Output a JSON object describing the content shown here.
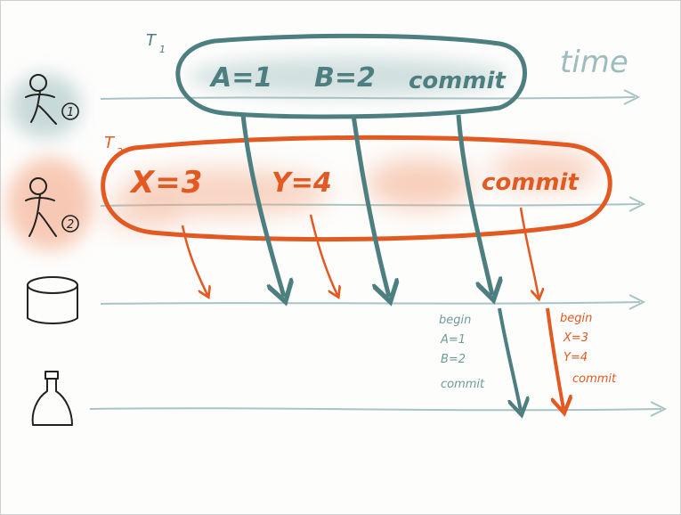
{
  "colors": {
    "teal": "#4e7f80",
    "teal_light": "#9dbcbd",
    "orange": "#e25a22",
    "orange_light": "#f3a07a",
    "ink": "#222222",
    "timeline": "#a9c4c5"
  },
  "transactions": {
    "t1": {
      "name": "T",
      "sub": "1",
      "ops": [
        "A=1",
        "B=2",
        "commit"
      ]
    },
    "t2": {
      "name": "T",
      "sub": "2",
      "ops": [
        "X=3",
        "Y=4",
        "commit"
      ]
    }
  },
  "time_label": "time",
  "actors": {
    "user1_num": "1",
    "user2_num": "2"
  },
  "logs": {
    "teal": [
      "begin",
      "A=1",
      "B=2",
      "commit"
    ],
    "orange": [
      "begin",
      "X=3",
      "Y=4",
      "commit"
    ]
  },
  "icons": [
    "person-1-icon",
    "person-2-icon",
    "database-icon",
    "bottle-icon"
  ]
}
